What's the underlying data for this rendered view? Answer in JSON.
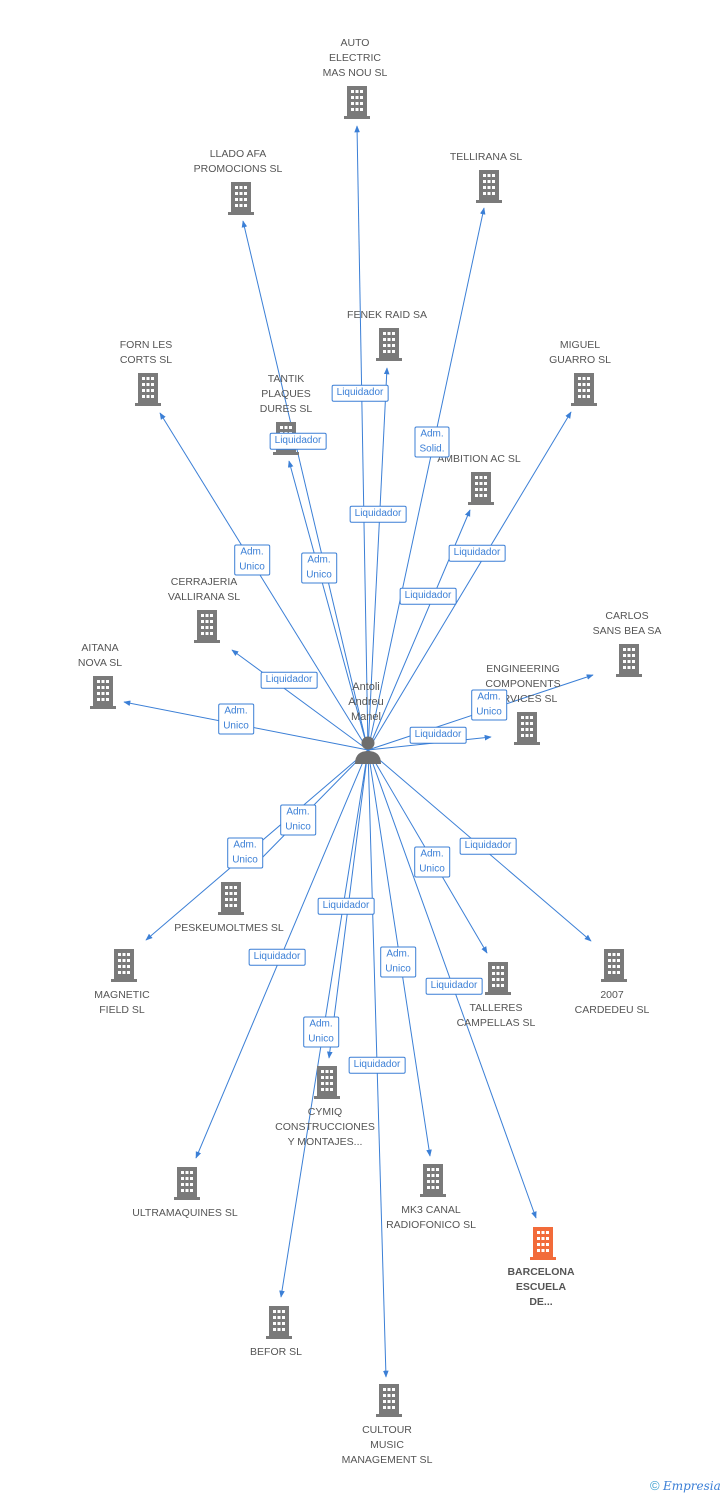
{
  "person": {
    "label": "Antoli\nAndreu\nManel"
  },
  "companies": [
    {
      "key": "auto_electric",
      "label": "AUTO\nELECTRIC\nMAS NOU SL"
    },
    {
      "key": "llado_afa",
      "label": "LLADO AFA\nPROMOCIONS SL"
    },
    {
      "key": "tellirana",
      "label": "TELLIRANA SL"
    },
    {
      "key": "fenek_raid",
      "label": "FENEK RAID SA"
    },
    {
      "key": "forn_les_corts",
      "label": "FORN LES\nCORTS  SL"
    },
    {
      "key": "tantik",
      "label": "TANTIK\nPLAQUES\nDURES SL"
    },
    {
      "key": "miguel_guarro",
      "label": "MIGUEL\nGUARRO SL"
    },
    {
      "key": "ambition_ac",
      "label": "AMBITION AC SL"
    },
    {
      "key": "cerrajeria",
      "label": "CERRAJERIA\nVALLIRANA SL"
    },
    {
      "key": "carlos_sans",
      "label": "CARLOS\nSANS BEA SA"
    },
    {
      "key": "aitana_nova",
      "label": "AITANA\nNOVA  SL"
    },
    {
      "key": "engineering",
      "label": "ENGINEERING\nCOMPONENTS\nSERVICES SL"
    },
    {
      "key": "peskeumoltmes",
      "label": "PESKEUMOLTMES SL"
    },
    {
      "key": "magnetic_field",
      "label": "MAGNETIC\nFIELD  SL"
    },
    {
      "key": "talleres",
      "label": "TALLERES\nCAMPELLAS SL"
    },
    {
      "key": "cardedeu",
      "label": "2007\nCARDEDEU  SL"
    },
    {
      "key": "cymiq",
      "label": "CYMIQ\nCONSTRUCCIONES\nY MONTAJES..."
    },
    {
      "key": "ultramaquines",
      "label": "ULTRAMAQUINES SL"
    },
    {
      "key": "mk3",
      "label": "MK3 CANAL\nRADIOFONICO SL"
    },
    {
      "key": "barcelona",
      "label": "BARCELONA\nESCUELA\nDE...",
      "highlight": true
    },
    {
      "key": "befor",
      "label": "BEFOR SL"
    },
    {
      "key": "cultour",
      "label": "CULTOUR\nMUSIC\nMANAGEMENT SL"
    }
  ],
  "relations": [
    {
      "target": "auto_electric",
      "role": "Liquidador"
    },
    {
      "target": "fenek_raid",
      "role": "Liquidador"
    },
    {
      "target": "tellirana",
      "role": "Adm.\nSolid."
    },
    {
      "target": "tantik",
      "role": "Liquidador"
    },
    {
      "target": "llado_afa",
      "role": "Adm.\nUnico"
    },
    {
      "target": "ambition_ac",
      "role": "Liquidador"
    },
    {
      "target": "forn_les_corts",
      "role": "Adm.\nUnico"
    },
    {
      "target": "miguel_guarro",
      "role": "Liquidador"
    },
    {
      "target": "engineering",
      "role": "Liquidador"
    },
    {
      "target": "carlos_sans",
      "role": "Adm.\nUnico"
    },
    {
      "target": "cerrajeria",
      "role": "Liquidador"
    },
    {
      "target": "aitana_nova",
      "role": "Adm.\nUnico"
    },
    {
      "target": "peskeumoltmes",
      "role": "Adm.\nUnico"
    },
    {
      "target": "magnetic_field",
      "role": "Adm.\nUnico"
    },
    {
      "target": "talleres",
      "role": "Adm.\nUnico"
    },
    {
      "target": "cardedeu",
      "role": "Liquidador"
    },
    {
      "target": "cymiq",
      "role": "Liquidador"
    },
    {
      "target": "ultramaquines",
      "role": "Liquidador"
    },
    {
      "target": "befor",
      "role": "Adm.\nUnico"
    },
    {
      "target": "mk3",
      "role": "Adm.\nUnico"
    },
    {
      "target": "barcelona",
      "role": "Liquidador"
    },
    {
      "target": "cultour",
      "role": "Liquidador"
    }
  ],
  "colors": {
    "edge": "#3b7fd6",
    "building": "#7a7a7a",
    "building_highlight": "#f26b3a",
    "person": "#6e6e6e"
  },
  "footer": {
    "copyright": "©",
    "brand_initial": "E",
    "brand_rest": "mpresia"
  }
}
